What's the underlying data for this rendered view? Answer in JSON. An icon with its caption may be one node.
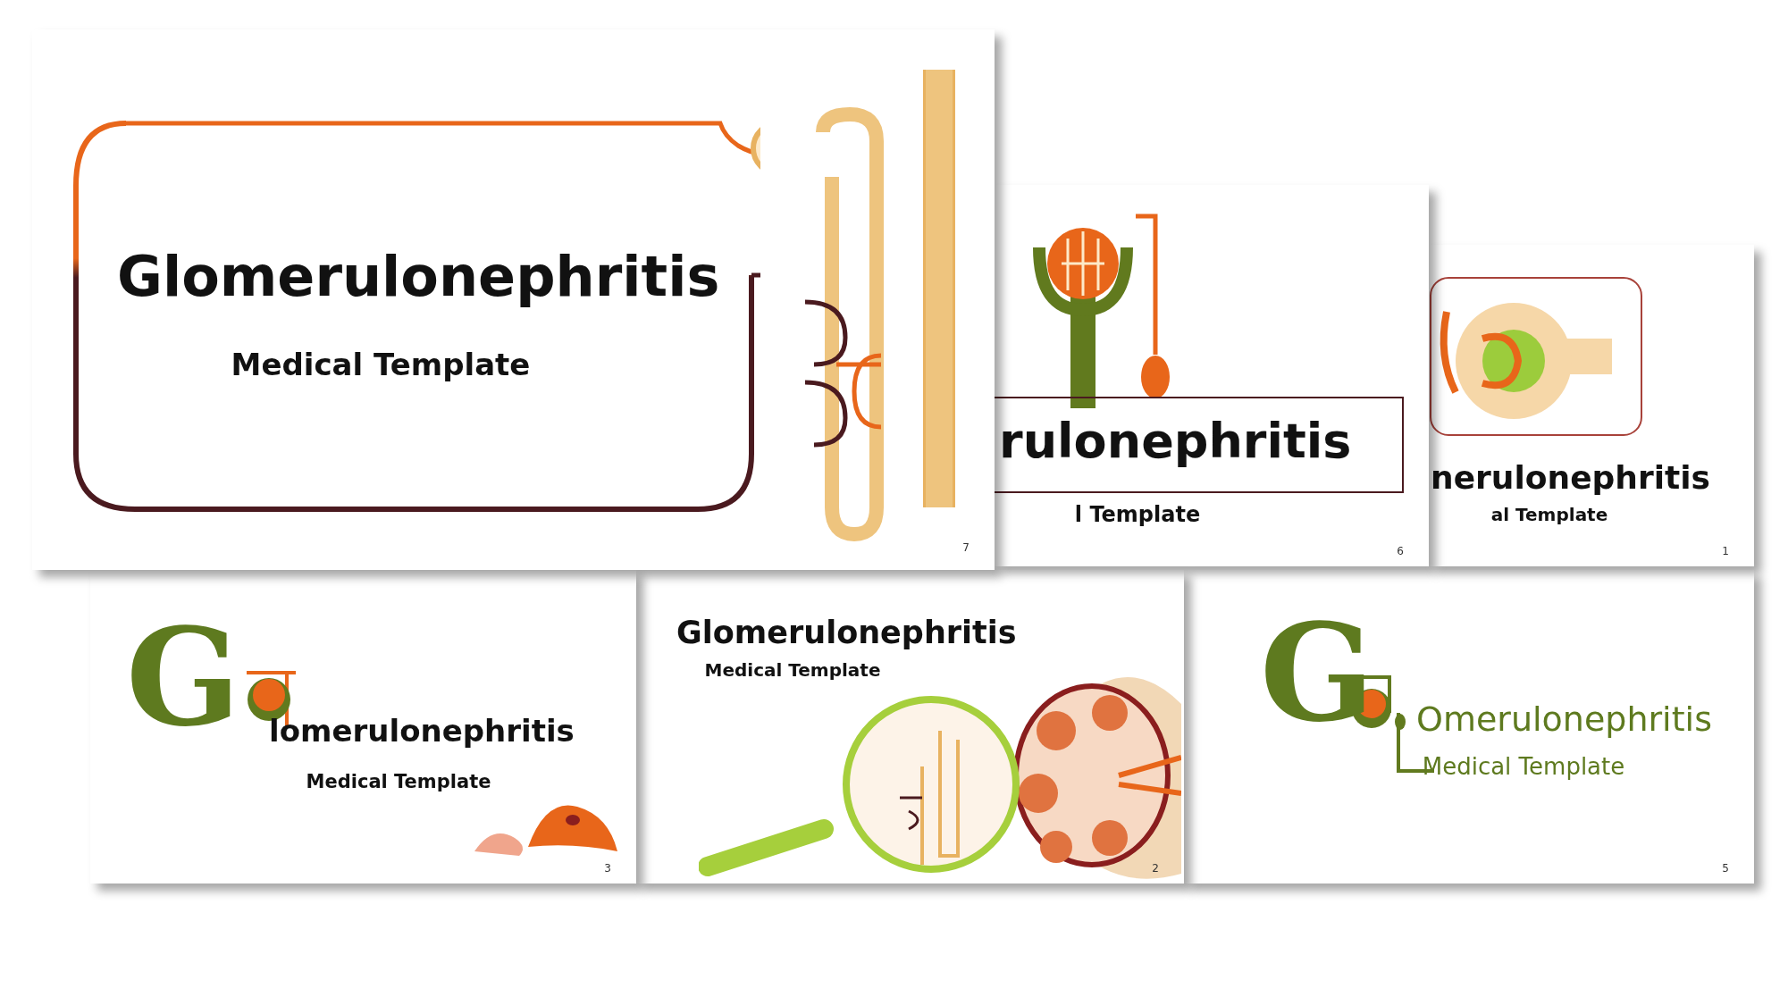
{
  "diagram": {
    "nodes": [
      {
        "text": [
          "Glomerulonephritis",
          "Medical Template",
          "7"
        ]
      },
      {
        "text": [
          "rulonephritis",
          "l Template",
          "6"
        ]
      },
      {
        "text": [
          "nerulonephritis",
          "al Template",
          "1"
        ]
      },
      {
        "text": [
          "G",
          "lomerulonephritis",
          "Medical Template",
          "3"
        ]
      },
      {
        "text": [
          "Glomerulonephritis",
          "Medical Template",
          "2"
        ]
      },
      {
        "text": [
          "G",
          "Omerulonephritis",
          "Medical Template",
          "5"
        ]
      }
    ]
  }
}
